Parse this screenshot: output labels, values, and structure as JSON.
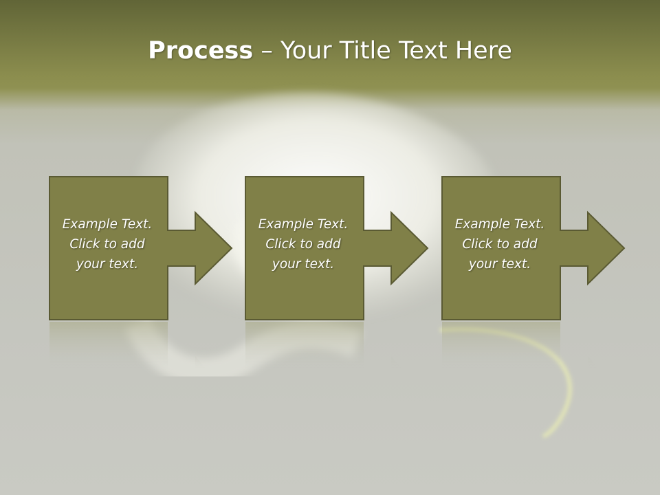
{
  "slide": {
    "title_bold": "Process",
    "title_rest": " – Your Title Text Here",
    "steps": [
      {
        "line1": "Example Text.",
        "line2": "Click  to add",
        "line3": "your text."
      },
      {
        "line1": "Example Text.",
        "line2": "Click  to add",
        "line3": "your text."
      },
      {
        "line1": "Example Text.",
        "line2": "Click  to add",
        "line3": "your text."
      }
    ]
  },
  "colors": {
    "shape_fill": "#808048",
    "shape_border": "#5a5a33",
    "title_text": "#ffffff",
    "header_band": "#8b8d4e"
  }
}
